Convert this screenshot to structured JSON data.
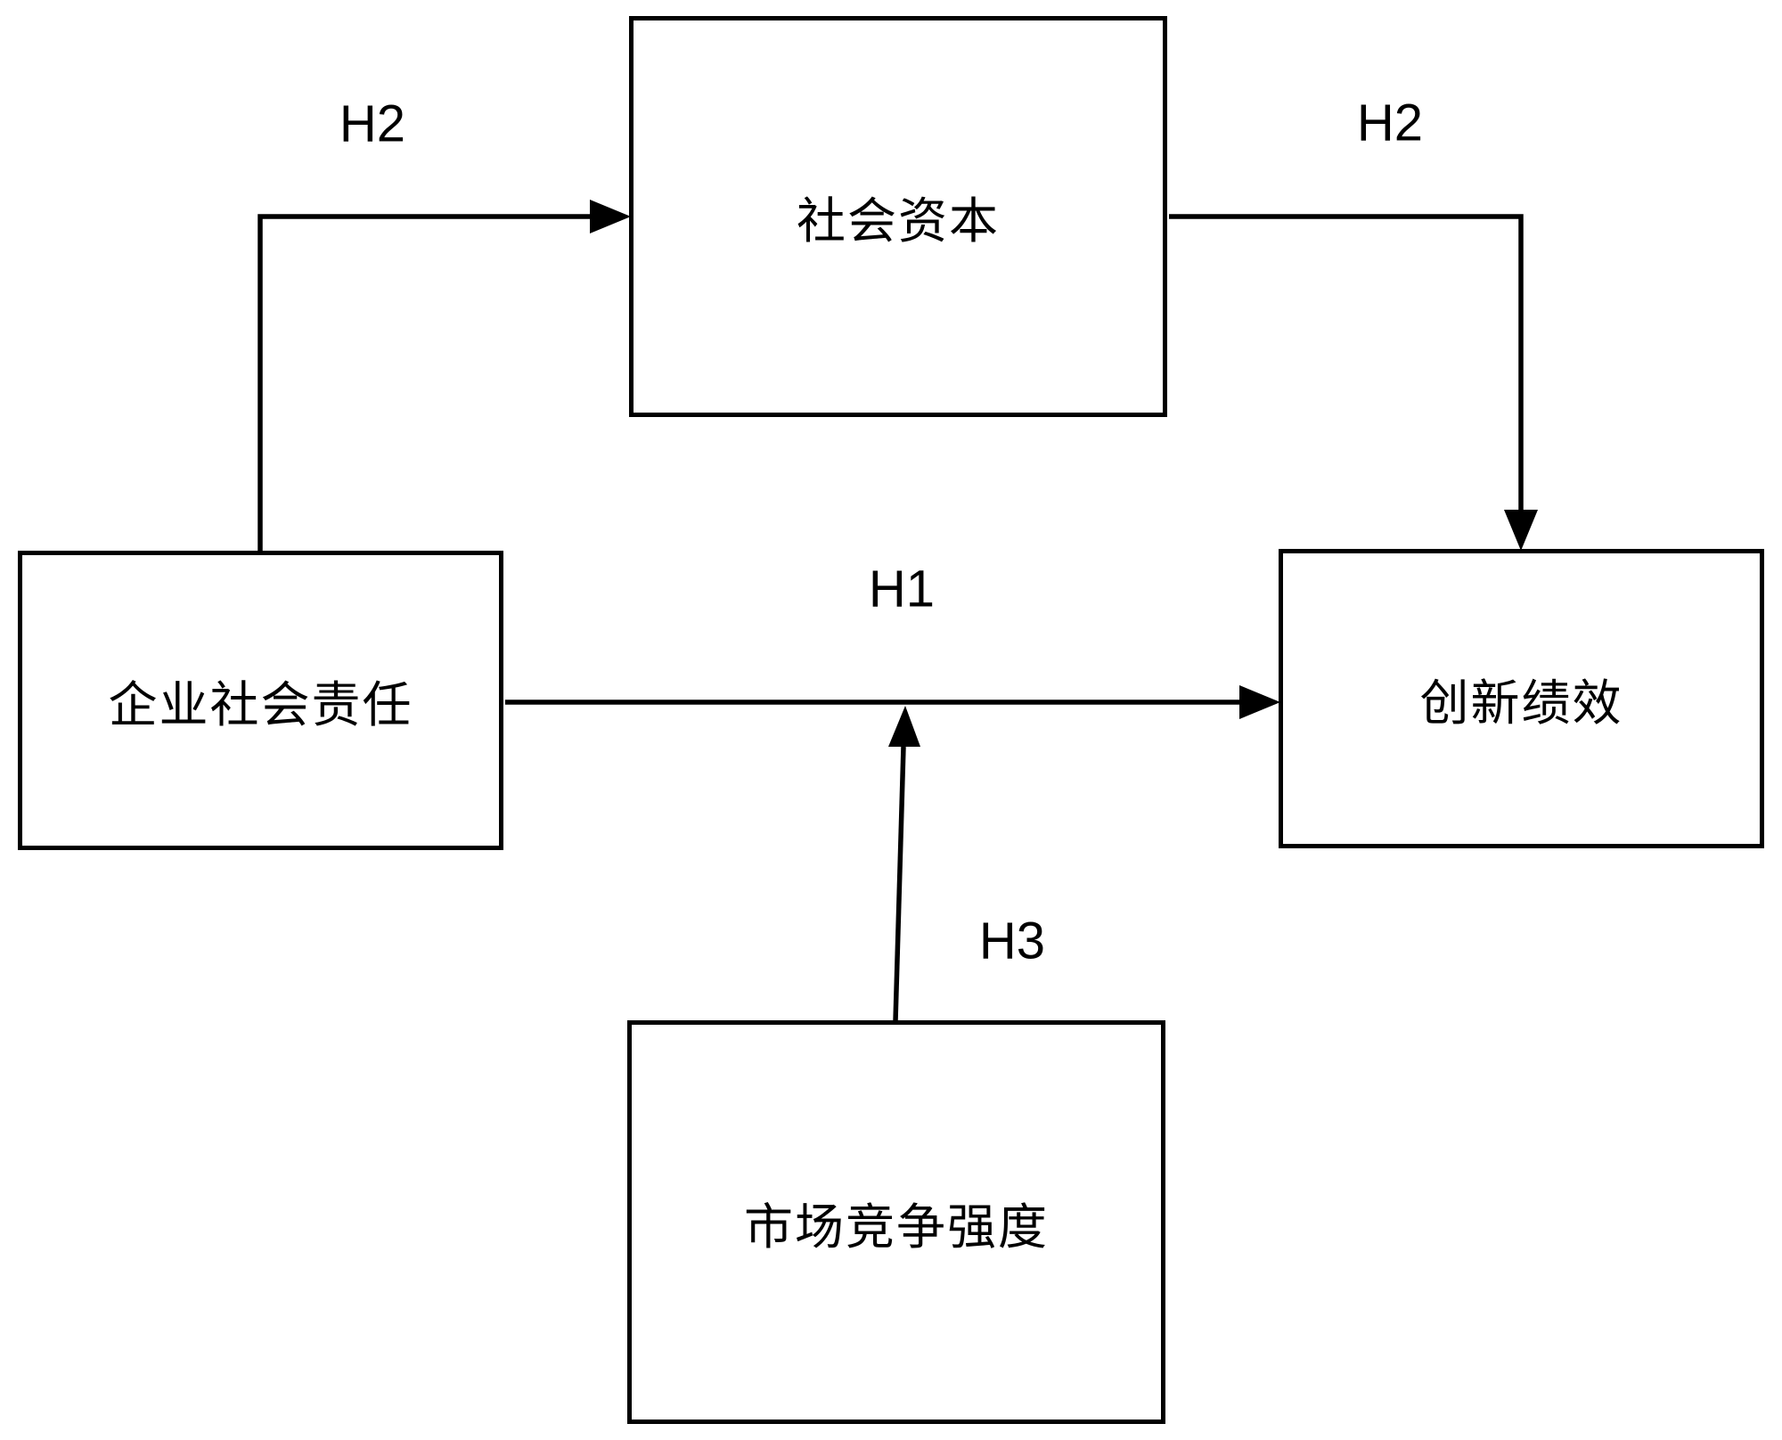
{
  "diagram": {
    "background_color": "#ffffff",
    "stroke_color": "#000000",
    "boxes": {
      "social_capital": {
        "label": "社会资本"
      },
      "csr": {
        "label": "企业社会责任"
      },
      "innovation_performance": {
        "label": "创新绩效"
      },
      "market_competition": {
        "label": "市场竞争强度"
      }
    },
    "hypothesis_labels": {
      "h2_left": "H2",
      "h2_right": "H2",
      "h1": "H1",
      "h3": "H3"
    }
  }
}
